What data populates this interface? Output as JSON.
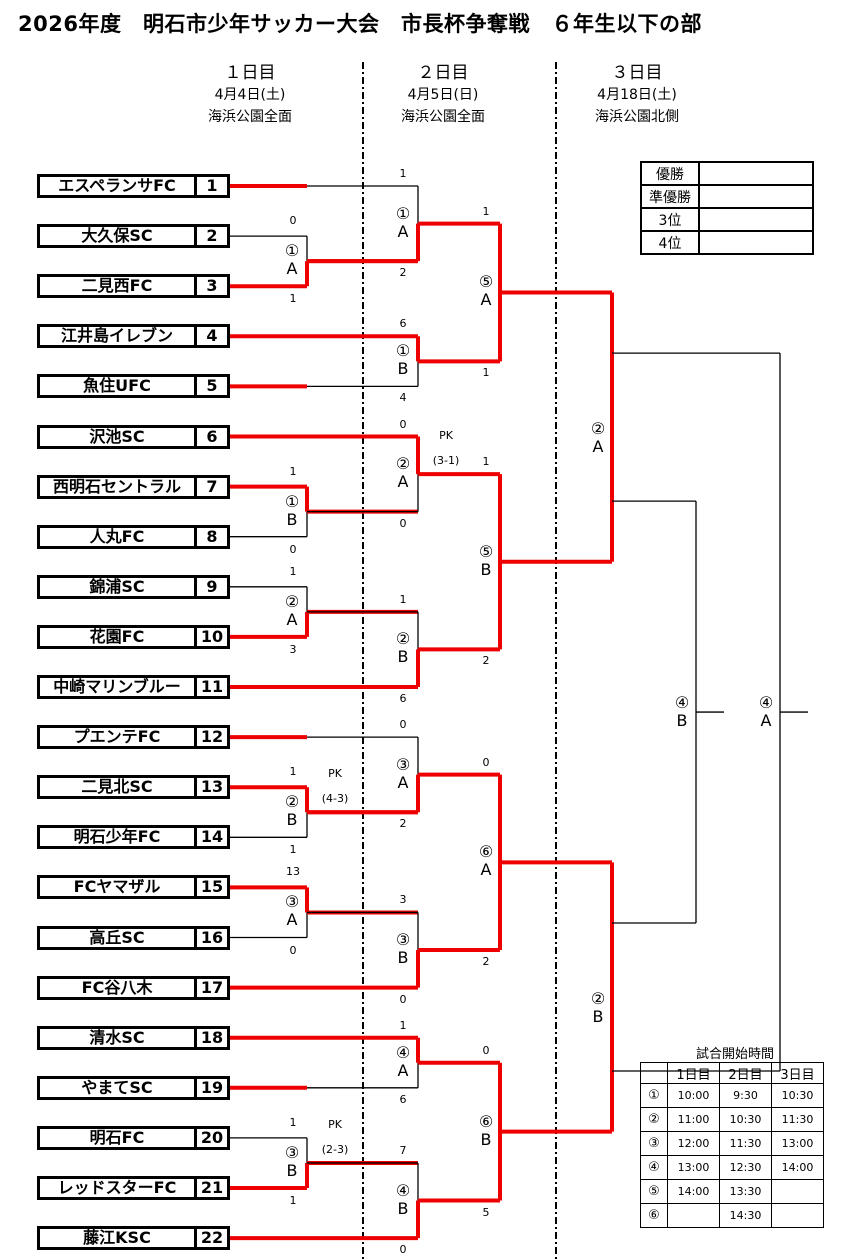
{
  "title": "2026年度　明石市少年サッカー大会　市長杯争奪戦　６年生以下の部",
  "days": [
    {
      "name": "１日目",
      "date": "4月4日(土)",
      "venue": "海浜公園全面"
    },
    {
      "name": "２日目",
      "date": "4月5日(日)",
      "venue": "海浜公園全面"
    },
    {
      "name": "３日目",
      "date": "4月18日(土)",
      "venue": "海浜公園北側"
    }
  ],
  "teams": [
    {
      "name": "エスペランサFC",
      "no": "1"
    },
    {
      "name": "大久保SC",
      "no": "2"
    },
    {
      "name": "二見西FC",
      "no": "3"
    },
    {
      "name": "江井島イレブン",
      "no": "4"
    },
    {
      "name": "魚住UFC",
      "no": "5"
    },
    {
      "name": "沢池SC",
      "no": "6"
    },
    {
      "name": "西明石セントラル",
      "no": "7"
    },
    {
      "name": "人丸FC",
      "no": "8"
    },
    {
      "name": "錦浦SC",
      "no": "9"
    },
    {
      "name": "花園FC",
      "no": "10"
    },
    {
      "name": "中崎マリンブルー",
      "no": "11"
    },
    {
      "name": "プエンテFC",
      "no": "12"
    },
    {
      "name": "二見北SC",
      "no": "13"
    },
    {
      "name": "明石少年FC",
      "no": "14"
    },
    {
      "name": "FCヤマザル",
      "no": "15"
    },
    {
      "name": "高丘SC",
      "no": "16"
    },
    {
      "name": "FC谷八木",
      "no": "17"
    },
    {
      "name": "清水SC",
      "no": "18"
    },
    {
      "name": "やまてSC",
      "no": "19"
    },
    {
      "name": "明石FC",
      "no": "20"
    },
    {
      "name": "レッドスターFC",
      "no": "21"
    },
    {
      "name": "藤江KSC",
      "no": "22"
    }
  ],
  "round1_labels": [
    {
      "num": "①",
      "court": "A"
    },
    {
      "num": "①",
      "court": "B"
    },
    {
      "num": "②",
      "court": "A"
    },
    {
      "num": "②",
      "court": "B"
    },
    {
      "num": "③",
      "court": "A"
    },
    {
      "num": "③",
      "court": "B"
    }
  ],
  "round2_labels": [
    {
      "num": "①",
      "court": "A"
    },
    {
      "num": "①",
      "court": "B"
    },
    {
      "num": "②",
      "court": "A"
    },
    {
      "num": "②",
      "court": "B"
    },
    {
      "num": "③",
      "court": "A"
    },
    {
      "num": "③",
      "court": "B"
    },
    {
      "num": "④",
      "court": "A"
    },
    {
      "num": "④",
      "court": "B"
    }
  ],
  "round3_labels": [
    {
      "num": "⑤",
      "court": "A"
    },
    {
      "num": "⑤",
      "court": "B"
    },
    {
      "num": "⑥",
      "court": "A"
    },
    {
      "num": "⑥",
      "court": "B"
    }
  ],
  "round4_labels": [
    {
      "num": "②",
      "court": "A"
    },
    {
      "num": "②",
      "court": "B"
    }
  ],
  "round5_labels": [
    {
      "num": "④",
      "court": "B"
    },
    {
      "num": "④",
      "court": "A"
    }
  ],
  "scores_round1": [
    {
      "top": "0",
      "bottom": "1"
    },
    {
      "top": "1",
      "bottom": "0"
    },
    {
      "top": "1",
      "bottom": "3"
    },
    {
      "top": "1",
      "bottom": "1",
      "pk_label": "PK",
      "pk": "(4-3)"
    },
    {
      "top": "13",
      "bottom": "0"
    },
    {
      "top": "1",
      "bottom": "1",
      "pk_label": "PK",
      "pk": "(2-3)"
    }
  ],
  "scores_round2": [
    {
      "top": "1",
      "bottom": "2"
    },
    {
      "top": "6",
      "bottom": "4"
    },
    {
      "top": "0",
      "bottom": "0",
      "pk_label": "PK",
      "pk": "(3-1)"
    },
    {
      "top": "1",
      "bottom": "6"
    },
    {
      "top": "0",
      "bottom": "2"
    },
    {
      "top": "3",
      "bottom": "0"
    },
    {
      "top": "1",
      "bottom": "6"
    },
    {
      "top": "7",
      "bottom": "0"
    }
  ],
  "scores_round3": [
    {
      "top": "1",
      "bottom": "1"
    },
    {
      "top": "1",
      "bottom": "2"
    },
    {
      "top": "0",
      "bottom": "2"
    },
    {
      "top": "0",
      "bottom": "5"
    }
  ],
  "results": [
    {
      "label": "優勝",
      "value": ""
    },
    {
      "label": "準優勝",
      "value": ""
    },
    {
      "label": "3位",
      "value": ""
    },
    {
      "label": "4位",
      "value": ""
    }
  ],
  "schedule": {
    "title": "試合開始時間",
    "headers": [
      "",
      "1日目",
      "2日目",
      "3日目"
    ],
    "rows": [
      [
        "①",
        "10:00",
        "9:30",
        "10:30"
      ],
      [
        "②",
        "11:00",
        "10:30",
        "11:30"
      ],
      [
        "③",
        "12:00",
        "11:30",
        "13:00"
      ],
      [
        "④",
        "13:00",
        "12:30",
        "14:00"
      ],
      [
        "⑤",
        "14:00",
        "13:30",
        ""
      ],
      [
        "⑥",
        "",
        "14:30",
        ""
      ]
    ]
  },
  "colors": {
    "winner_line": "#ee0000",
    "line": "#000000"
  }
}
